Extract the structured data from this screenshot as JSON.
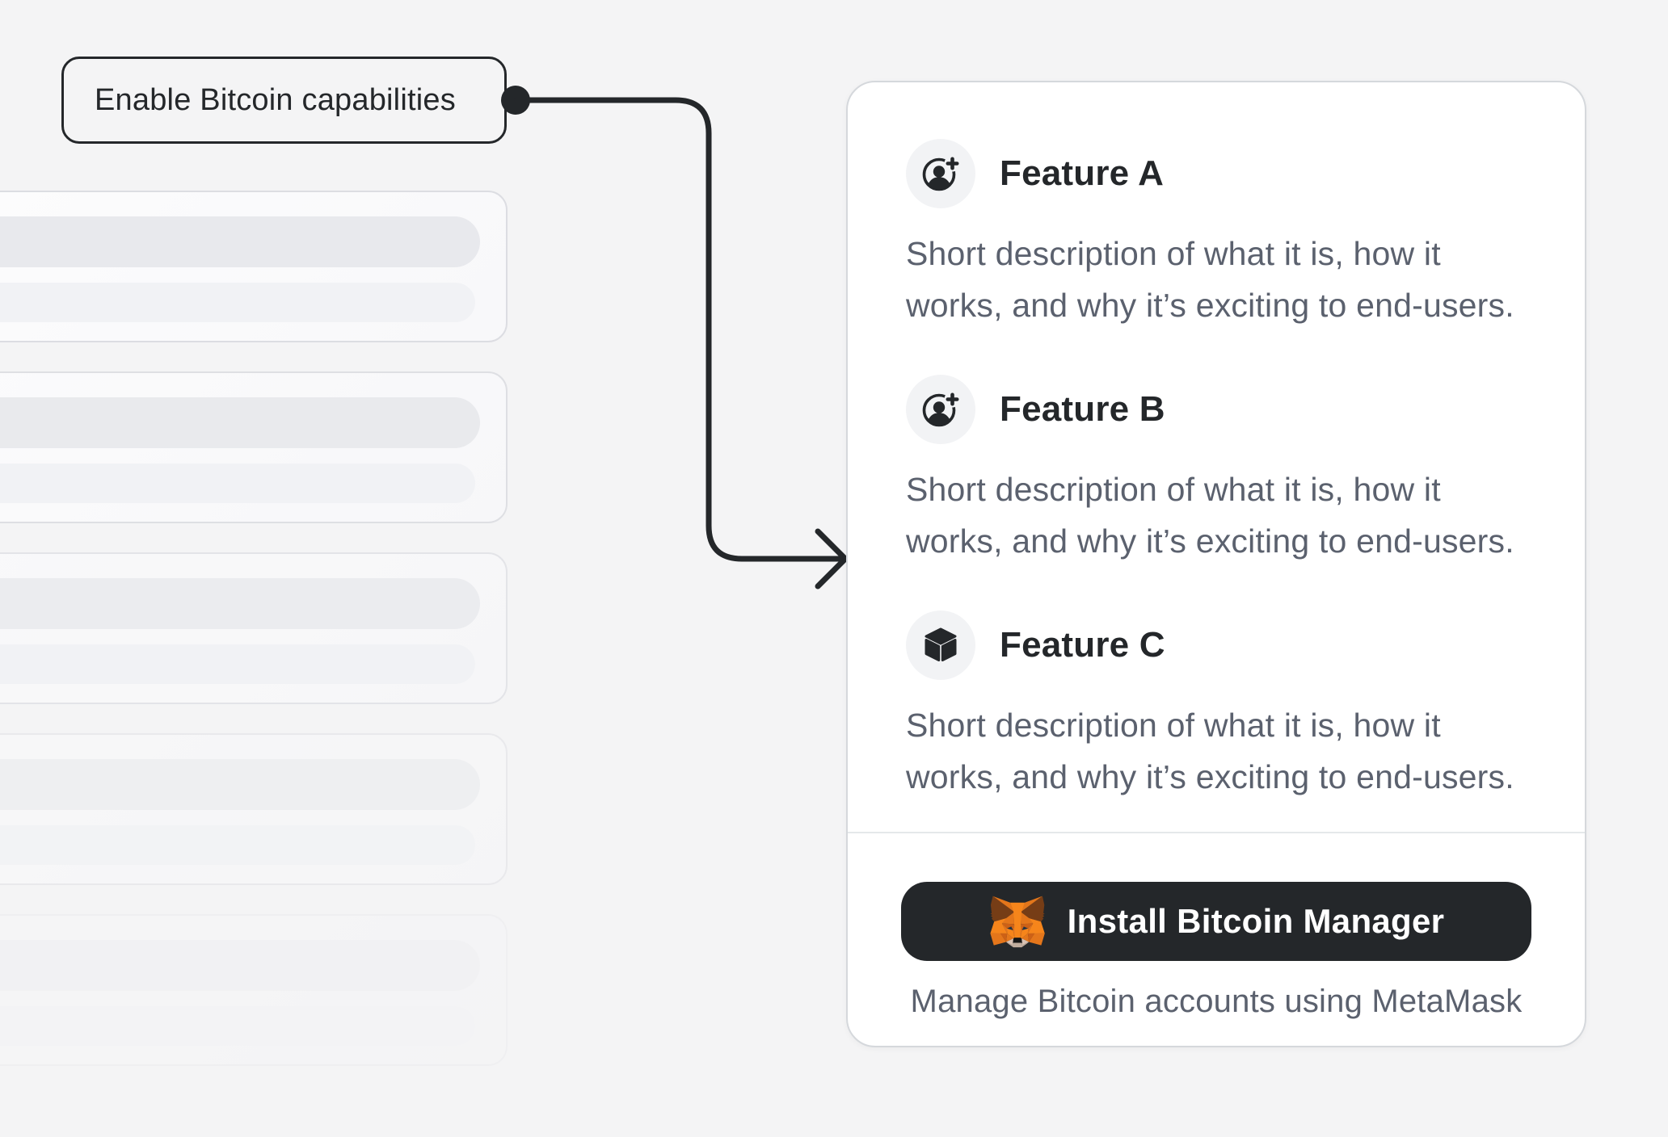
{
  "colors": {
    "background": "#f4f4f5",
    "ink": "#24272a",
    "muted": "#5b616e",
    "card_border": "#d5d8dc",
    "divider": "#e5e8ea",
    "icon_bg": "#f2f3f5",
    "button_bg": "#24272a",
    "button_text": "#ffffff",
    "skeleton_border": "#dcdde2",
    "skeleton_bar_strong": "#e8e9ed",
    "skeleton_bar_soft": "#f1f2f5",
    "metamask_orange": "#f6851b"
  },
  "callout": {
    "label": "Enable Bitcoin capabilities"
  },
  "panel": {
    "features": [
      {
        "title": "Feature A",
        "icon": "user-add-icon",
        "description_lines": [
          "Short description of what it is, how it",
          "works, and why it’s exciting to end-users."
        ]
      },
      {
        "title": "Feature B",
        "icon": "user-add-icon",
        "description_lines": [
          "Short description of what it is, how it",
          "works, and why it’s exciting to end-users."
        ]
      },
      {
        "title": "Feature C",
        "icon": "cube-icon",
        "description_lines": [
          "Short description of what it is, how it",
          "works, and why it’s exciting to end-users."
        ]
      }
    ],
    "install_button": {
      "label": "Install Bitcoin Manager",
      "icon": "metamask-fox-icon"
    },
    "footnote": "Manage Bitcoin accounts using MetaMask"
  }
}
